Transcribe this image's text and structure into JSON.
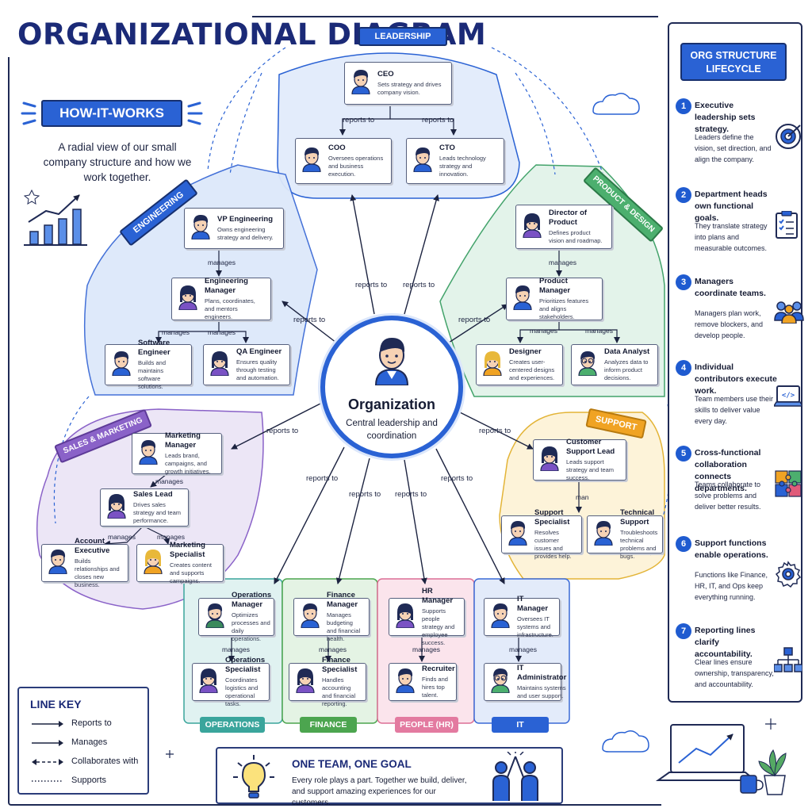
{
  "title": "ORGANIZATIONAL DIAGRAM",
  "badge": "HOW-IT-WORKS",
  "intro": "A radial view of our small company structure and how we work together.",
  "hub": {
    "title": "Organization",
    "desc": "Central leadership and coordination"
  },
  "departments": {
    "leadership": "LEADERSHIP",
    "engineering": "ENGINEERING",
    "product": "PRODUCT & DESIGN",
    "sales": "SALES & MARKETING",
    "support": "SUPPORT",
    "operations": "OPERATIONS",
    "finance": "FINANCE",
    "hr": "PEOPLE (HR)",
    "it": "IT"
  },
  "roles": {
    "ceo": {
      "title": "CEO",
      "desc": "Sets strategy and drives company vision."
    },
    "coo": {
      "title": "COO",
      "desc": "Oversees operations and business execution."
    },
    "cto": {
      "title": "CTO",
      "desc": "Leads technology strategy and innovation."
    },
    "vpe": {
      "title": "VP Engineering",
      "desc": "Owns engineering strategy and delivery."
    },
    "em": {
      "title": "Engineering Manager",
      "desc": "Plans, coordinates, and mentors engineers."
    },
    "swe": {
      "title": "Software Engineer",
      "desc": "Builds and maintains software solutions."
    },
    "qa": {
      "title": "QA Engineer",
      "desc": "Ensures quality through testing and automation."
    },
    "dop": {
      "title": "Director of Product",
      "desc": "Defines product vision and roadmap."
    },
    "pm": {
      "title": "Product Manager",
      "desc": "Prioritizes features and aligns stakeholders."
    },
    "designer": {
      "title": "Designer",
      "desc": "Creates user-centered designs and experiences."
    },
    "da": {
      "title": "Data Analyst",
      "desc": "Analyzes data to inform product decisions."
    },
    "mm": {
      "title": "Marketing Manager",
      "desc": "Leads brand, campaigns, and growth initiatives."
    },
    "sl": {
      "title": "Sales Lead",
      "desc": "Drives sales strategy and team performance."
    },
    "ae": {
      "title": "Account Executive",
      "desc": "Builds relationships and closes new business."
    },
    "ms": {
      "title": "Marketing Specialist",
      "desc": "Creates content and supports campaigns."
    },
    "csl": {
      "title": "Customer Support Lead",
      "desc": "Leads support strategy and team success."
    },
    "ss": {
      "title": "Support Specialist",
      "desc": "Resolves customer issues and provides help."
    },
    "ts": {
      "title": "Technical Support",
      "desc": "Troubleshoots technical problems and bugs."
    },
    "om": {
      "title": "Operations Manager",
      "desc": "Optimizes processes and daily operations."
    },
    "os": {
      "title": "Operations Specialist",
      "desc": "Coordinates logistics and operational tasks."
    },
    "fm": {
      "title": "Finance Manager",
      "desc": "Manages budgeting and financial health."
    },
    "fs": {
      "title": "Finance Specialist",
      "desc": "Handles accounting and financial reporting."
    },
    "hrm": {
      "title": "HR Manager",
      "desc": "Supports people strategy and employee success."
    },
    "rec": {
      "title": "Recruiter",
      "desc": "Finds and hires top talent."
    },
    "itm": {
      "title": "IT Manager",
      "desc": "Oversees IT systems and infrastructure."
    },
    "ita": {
      "title": "IT Administrator",
      "desc": "Maintains systems and user support."
    }
  },
  "edge_labels": {
    "reports_to": "reports to",
    "manages": "manages",
    "support_manages": "man"
  },
  "lifecycle": {
    "title": "ORG STRUCTURE LIFECYCLE",
    "steps": [
      {
        "num": "1",
        "title": "Executive leadership sets strategy.",
        "desc": "Leaders define the vision, set direction, and align the company.",
        "icon": "target-icon"
      },
      {
        "num": "2",
        "title": "Department heads own functional goals.",
        "desc": "They translate strategy into plans and measurable outcomes.",
        "icon": "checklist-icon"
      },
      {
        "num": "3",
        "title": "Managers coordinate teams.",
        "desc": "Managers plan work, remove blockers, and develop people.",
        "icon": "team-icon"
      },
      {
        "num": "4",
        "title": "Individual contributors execute work.",
        "desc": "Team members use their skills to deliver value every day.",
        "icon": "laptop-code-icon"
      },
      {
        "num": "5",
        "title": "Cross-functional collaboration connects departments.",
        "desc": "Teams collaborate to solve problems and deliver better results.",
        "icon": "puzzle-icon"
      },
      {
        "num": "6",
        "title": "Support functions enable operations.",
        "desc": "Functions like Finance, HR, IT, and Ops keep everything running.",
        "icon": "gear-icon"
      },
      {
        "num": "7",
        "title": "Reporting lines clarify accountability.",
        "desc": "Clear lines ensure ownership, transparency, and accountability.",
        "icon": "hierarchy-icon"
      }
    ]
  },
  "key": {
    "title": "LINE KEY",
    "items": [
      {
        "label": "Reports to",
        "style": "solid"
      },
      {
        "label": "Manages",
        "style": "solid"
      },
      {
        "label": "Collaborates with",
        "style": "dashed-double"
      },
      {
        "label": "Supports",
        "style": "dotted"
      }
    ]
  },
  "goal": {
    "title": "ONE TEAM, ONE GOAL",
    "text": "Every role plays a part. Together we build, deliver, and support amazing experiences for our customers."
  },
  "colors": {
    "accent": "#2a62d4",
    "navy": "#1b2a77",
    "leadership_bg": "#e3ecfb",
    "engineering_bg": "#dde8fa",
    "product_bg": "#e3f3ea",
    "sales_bg": "#ece6f6",
    "support_bg": "#fdf3d9",
    "operations_bg": "#e0f2f1",
    "finance_bg": "#e4f3e4",
    "hr_bg": "#fbe4ec",
    "it_bg": "#e3ebfa"
  }
}
